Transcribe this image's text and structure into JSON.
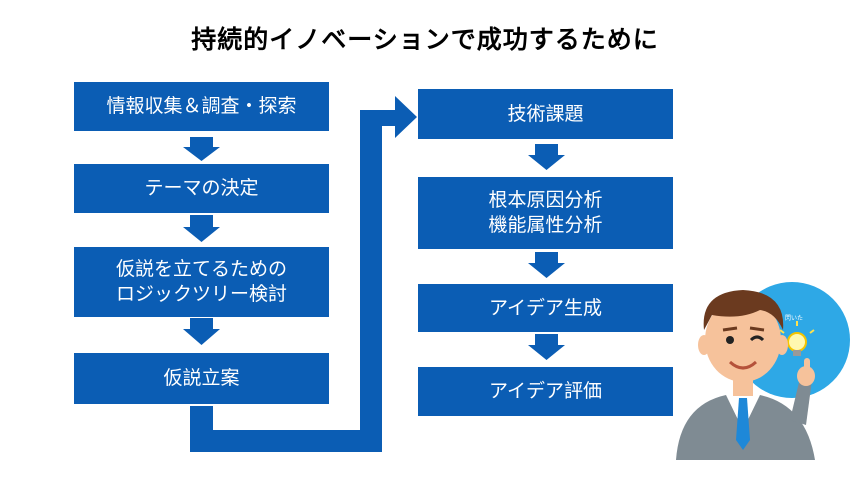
{
  "title": "持続的イノベーションで成功するために",
  "left_steps": [
    {
      "lines": [
        "情報収集＆調査・探索"
      ]
    },
    {
      "lines": [
        "テーマの決定"
      ]
    },
    {
      "lines": [
        "仮説を立てるための",
        "ロジックツリー検討"
      ]
    },
    {
      "lines": [
        "仮説立案"
      ]
    }
  ],
  "right_steps": [
    {
      "lines": [
        "技術課題"
      ]
    },
    {
      "lines": [
        "根本原因分析",
        "機能属性分析"
      ]
    },
    {
      "lines": [
        "アイデア生成"
      ]
    },
    {
      "lines": [
        "アイデア評価"
      ]
    }
  ],
  "illustration": {
    "icon": "businessman-idea-icon",
    "badge": "閃いた"
  },
  "colors": {
    "box": "#0b5db4",
    "arrow": "#0b5db4"
  }
}
